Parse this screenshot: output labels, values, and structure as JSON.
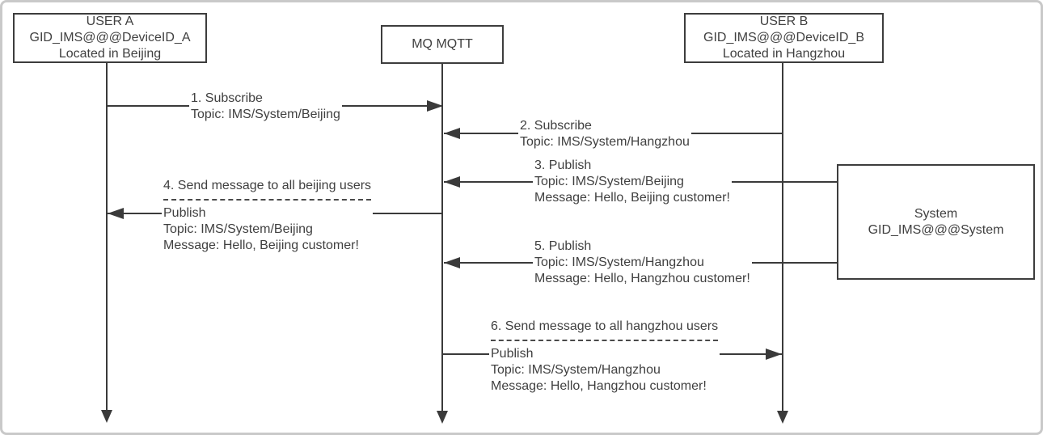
{
  "diagram_type": "sequence",
  "actors": {
    "user_a": {
      "lines": [
        "USER A",
        "GID_IMS@@@DeviceID_A",
        "Located in Beijing"
      ]
    },
    "broker": {
      "lines": [
        "MQ MQTT"
      ]
    },
    "user_b": {
      "lines": [
        "USER B",
        "GID_IMS@@@DeviceID_B",
        "Located in Hangzhou"
      ]
    },
    "system": {
      "lines": [
        "System",
        "GID_IMS@@@System"
      ]
    }
  },
  "messages": [
    {
      "label": "1. Subscribe",
      "topic": "Topic: IMS/System/Beijing",
      "from": "USER A",
      "to": "MQ MQTT"
    },
    {
      "label": "2. Subscribe",
      "topic": "Topic: IMS/System/Hangzhou",
      "from": "USER B",
      "to": "MQ MQTT"
    },
    {
      "label": "3. Publish",
      "topic": "Topic: IMS/System/Beijing",
      "message": "Message: Hello, Beijing customer!",
      "from": "System",
      "to": "MQ MQTT"
    },
    {
      "label": "4. Send message to all beijing users",
      "divider": true,
      "action": "Publish",
      "topic": "Topic: IMS/System/Beijing",
      "message": "Message: Hello, Beijing customer!",
      "from": "MQ MQTT",
      "to": "USER A"
    },
    {
      "label": "5. Publish",
      "topic": "Topic: IMS/System/Hangzhou",
      "message": "Message: Hello, Hangzhou customer!",
      "from": "System",
      "to": "MQ MQTT"
    },
    {
      "label": "6. Send message to all hangzhou users",
      "divider": true,
      "action": "Publish",
      "topic": "Topic: IMS/System/Hangzhou",
      "message": "Message: Hello, Hangzhou customer!",
      "from": "MQ MQTT",
      "to": "USER B"
    }
  ],
  "colors": {
    "line": "#3a3a3a",
    "text": "#404040",
    "box_border": "#3d3d3d",
    "frame_border": "#c9c9c9",
    "background": "#ffffff"
  }
}
